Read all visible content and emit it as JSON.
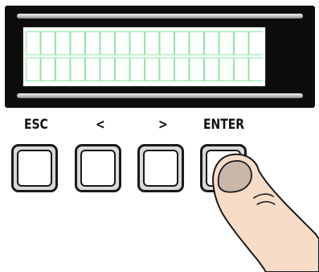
{
  "keys": [
    {
      "id": "esc",
      "label": "ESC"
    },
    {
      "id": "left",
      "label": "<"
    },
    {
      "id": "right",
      "label": ">"
    },
    {
      "id": "enter",
      "label": "ENTER"
    }
  ],
  "display": {
    "rows": 2,
    "columns": 16,
    "grid_color": "#8fe6a6"
  },
  "colors": {
    "panel": "#0d0d0d",
    "skin": "#f7dcc8",
    "nail": "#c9b8aa"
  }
}
